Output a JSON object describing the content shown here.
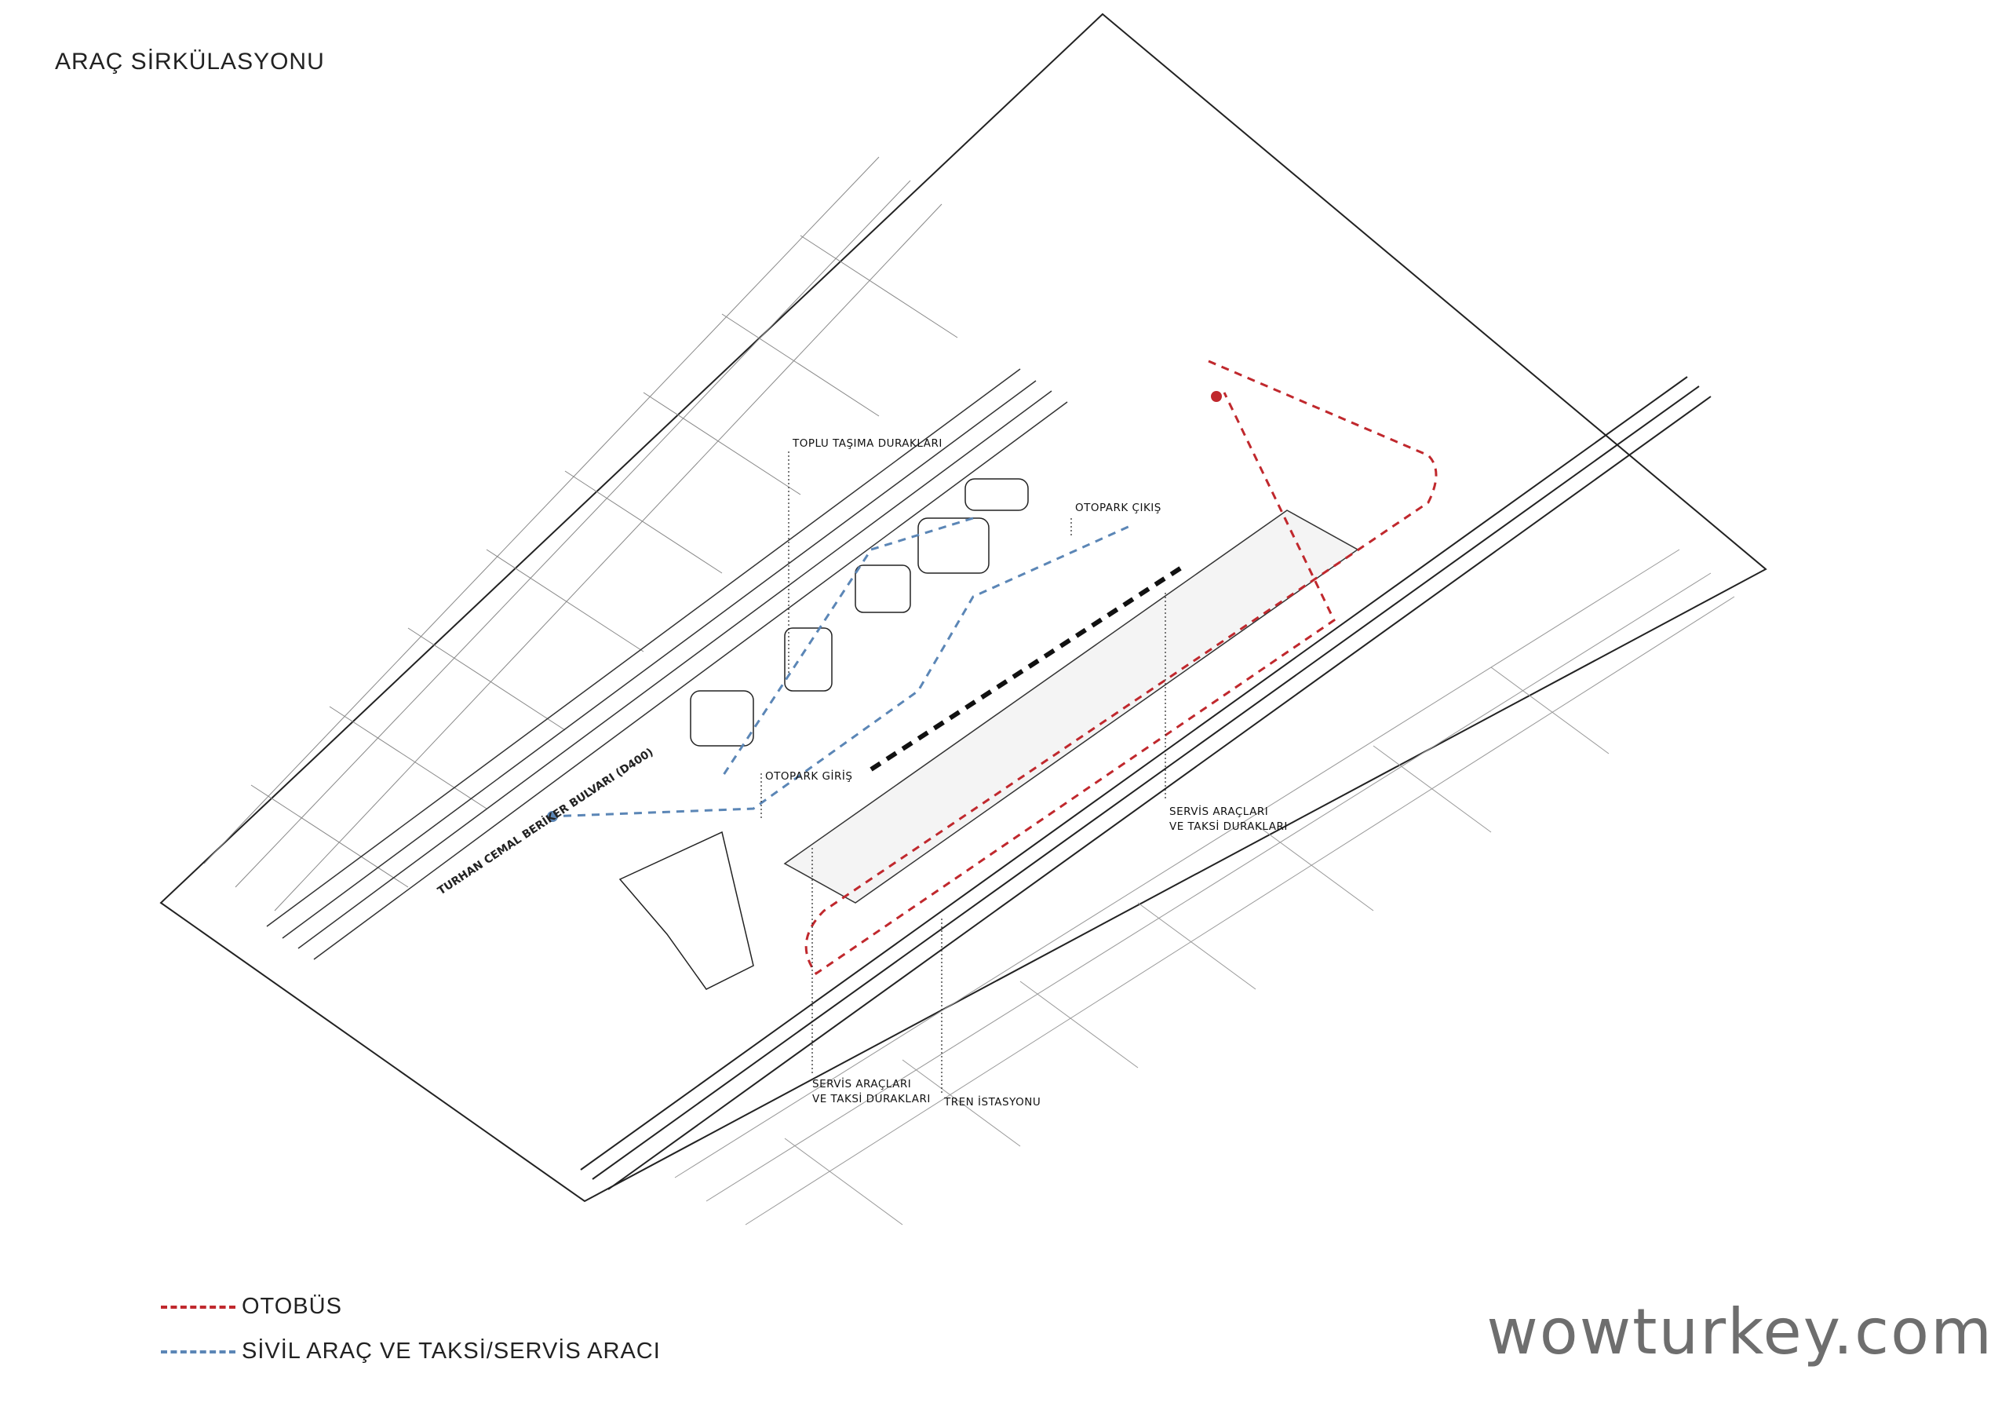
{
  "title": "ARAÇ SİRKÜLASYONU",
  "callouts": {
    "toplu_tasima": "TOPLU TAŞIMA DURAKLARI",
    "otopark_cikis": "OTOPARK ÇIKIŞ",
    "otopark_giris": "OTOPARK GİRİŞ",
    "servis_right": "SERVİS ARAÇLARI\nVE TAKSİ DURAKLARI",
    "servis_bottom": "SERVİS ARAÇLARI\nVE TAKSİ DURAKLARI",
    "tren_istasyonu": "TREN İSTASYONU"
  },
  "road_label": "TURHAN CEMAL BERİKER BULVARI (D400)",
  "legend": {
    "bus": {
      "label": "OTOBÜS",
      "color": "#c0282d"
    },
    "car": {
      "label": "SİVİL ARAÇ VE TAKSİ/SERVİS ARACI",
      "color": "#5b86b6"
    }
  },
  "watermark": "wowturkey.com"
}
